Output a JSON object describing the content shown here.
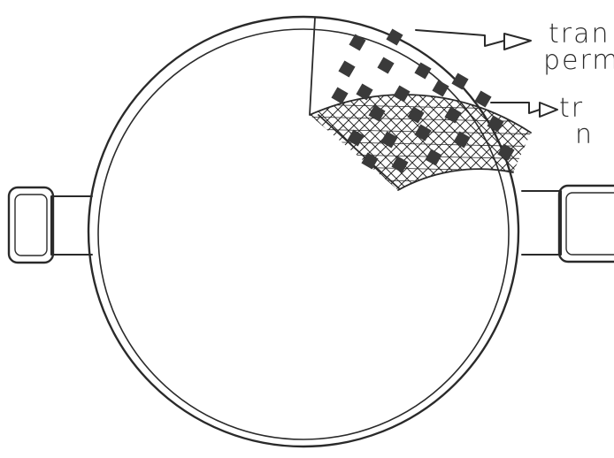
{
  "labels": {
    "arrow_1_line_1": "tran",
    "arrow_1_line_2": "perm",
    "arrow_2_line_1": "tr",
    "arrow_2_line_2": "n"
  },
  "colors": {
    "ink": "#2a2a2a",
    "paper": "#ffffff",
    "dark_tile": "#3a3a3a"
  },
  "icons": {
    "handle_left": "pot-handle",
    "handle_right": "pot-handle",
    "arrows": "double-headed-arrow"
  }
}
